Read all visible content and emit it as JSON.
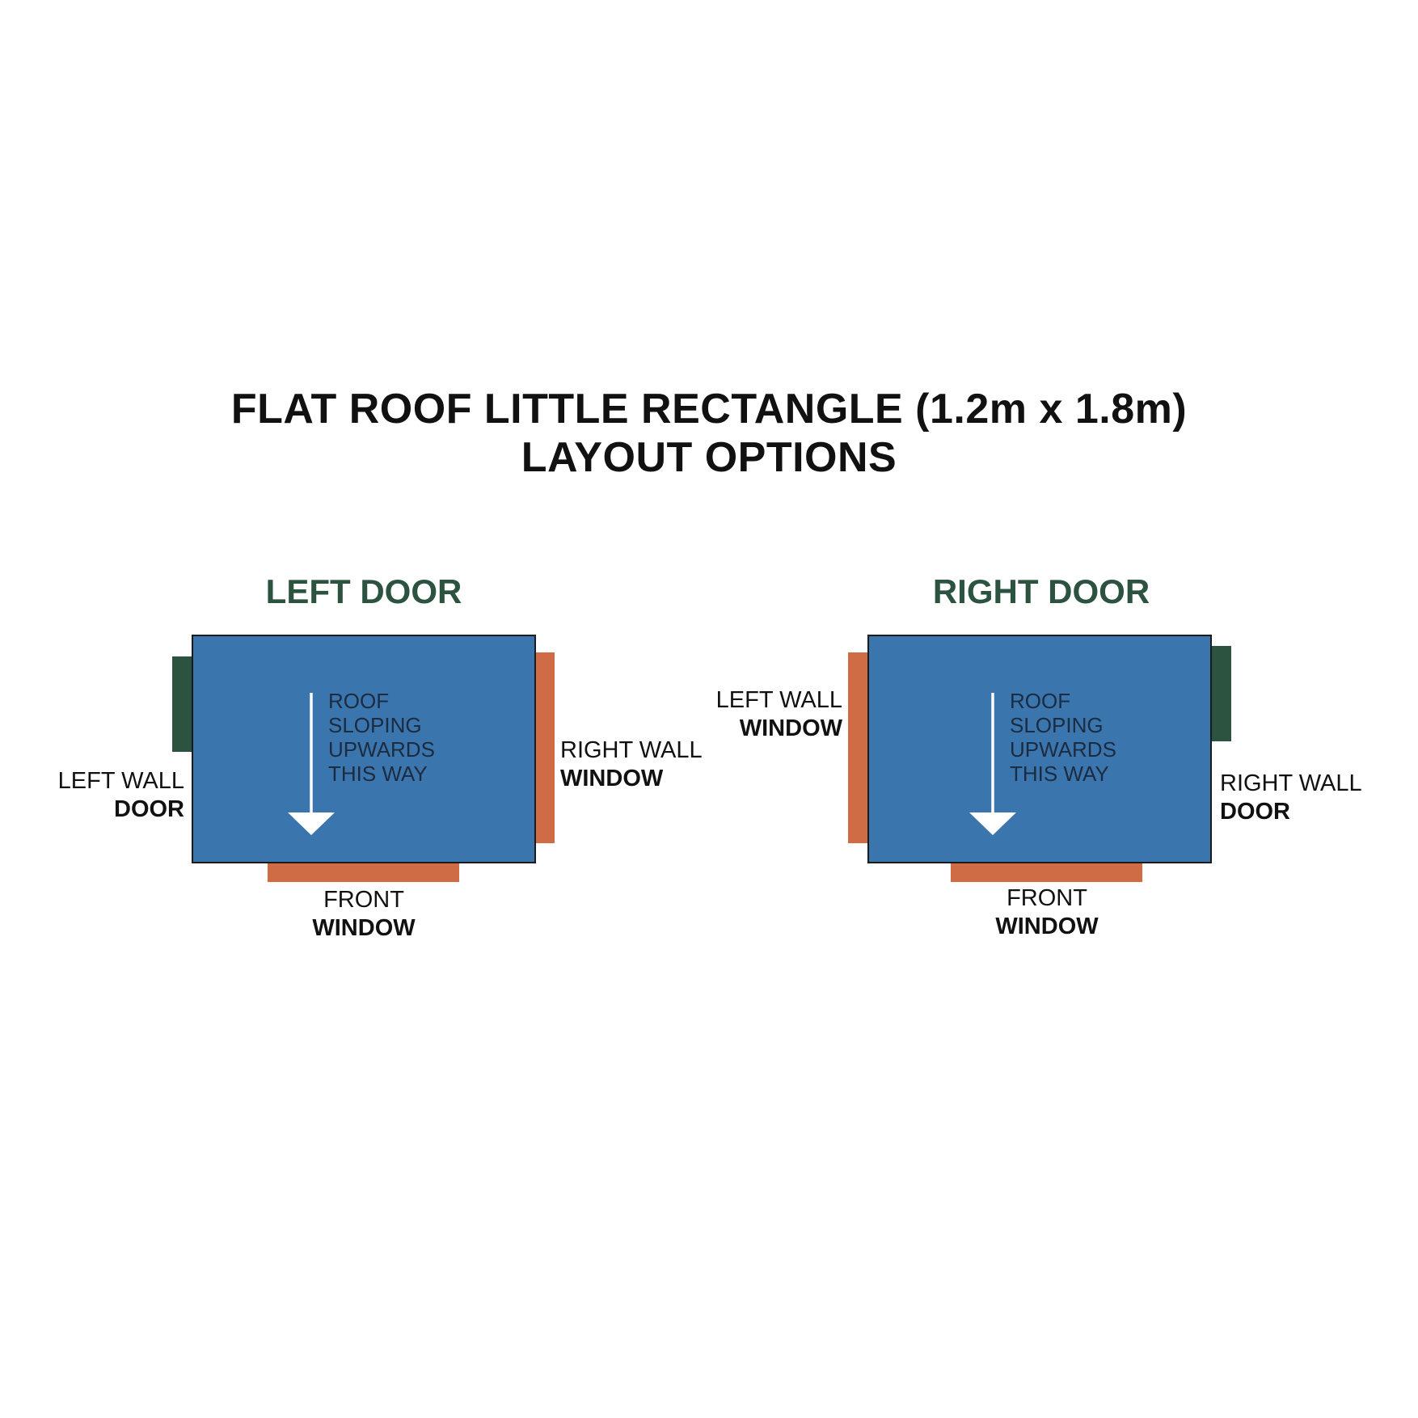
{
  "title": {
    "line1": "FLAT ROOF LITTLE RECTANGLE (1.2m x 1.8m)",
    "line2": "LAYOUT OPTIONS"
  },
  "colors": {
    "floor": "#3b75ad",
    "door": "#2b5340",
    "window": "#cf6b45",
    "layout_title": "#2b5340",
    "roof_text": "#1c2b3f",
    "arrow": "#ffffff"
  },
  "icons": {
    "slope_arrow": "arrow-down-icon"
  },
  "layouts": [
    {
      "name": "LEFT DOOR",
      "roof_note": [
        "ROOF",
        "SLOPING",
        "UPWARDS",
        "THIS WAY"
      ],
      "left_label": {
        "line1": "LEFT WALL",
        "line2": "DOOR"
      },
      "right_label": {
        "line1": "RIGHT WALL",
        "line2": "WINDOW"
      },
      "front_label": {
        "line1": "FRONT",
        "line2": "WINDOW"
      }
    },
    {
      "name": "RIGHT DOOR",
      "roof_note": [
        "ROOF",
        "SLOPING",
        "UPWARDS",
        "THIS WAY"
      ],
      "left_label": {
        "line1": "LEFT WALL",
        "line2": "WINDOW"
      },
      "right_label": {
        "line1": "RIGHT WALL",
        "line2": "DOOR"
      },
      "front_label": {
        "line1": "FRONT",
        "line2": "WINDOW"
      }
    }
  ]
}
